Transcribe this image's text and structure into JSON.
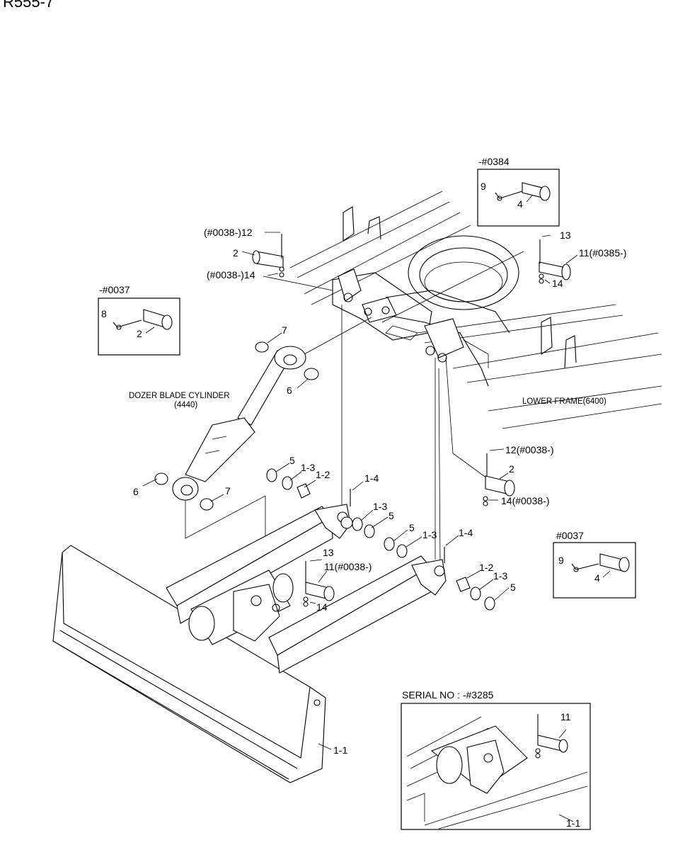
{
  "header": {
    "model": "R555-7"
  },
  "labels": {
    "l_0384": "-#0384",
    "l_9a": "9",
    "l_4a": "4",
    "l_0038_12": "(#0038-)12",
    "l_2a": "2",
    "l_0038_14": "(#0038-)14",
    "l_13a": "13",
    "l_11_0385": "11(#0385-)",
    "l_14a": "14",
    "l_0037a": "-#0037",
    "l_8": "8",
    "l_2b": "2",
    "l_7a": "7",
    "l_6a": "6",
    "l_12_0038": "12(#0038-)",
    "l_2c": "2",
    "l_14_0038": "14(#0038-)",
    "l_5a": "5",
    "l_13b": "1-3",
    "l_12b": "1-2",
    "l_14b": "1-4",
    "l_13c": "1-3",
    "l_5b": "5",
    "l_6b": "6",
    "l_7b": "7",
    "l_5c": "5",
    "l_13d": "1-3",
    "l_14c": "1-4",
    "l_13e": "13",
    "l_11_0038": "11(#0038-)",
    "l_14d": "14",
    "l_12c": "1-2",
    "l_13f": "1-3",
    "l_5d": "5",
    "l_0037b": "#0037",
    "l_9b": "9",
    "l_4b": "4",
    "l_11": "1-1",
    "l_serial": "SERIAL NO : -#3285",
    "l_11b": "11",
    "l_11c": "1-1"
  },
  "captions": {
    "cylinder": "DOZER BLADE CYLINDER",
    "cylinder_no": "(4440)",
    "frame": "LOWER FRAME(6400)"
  }
}
